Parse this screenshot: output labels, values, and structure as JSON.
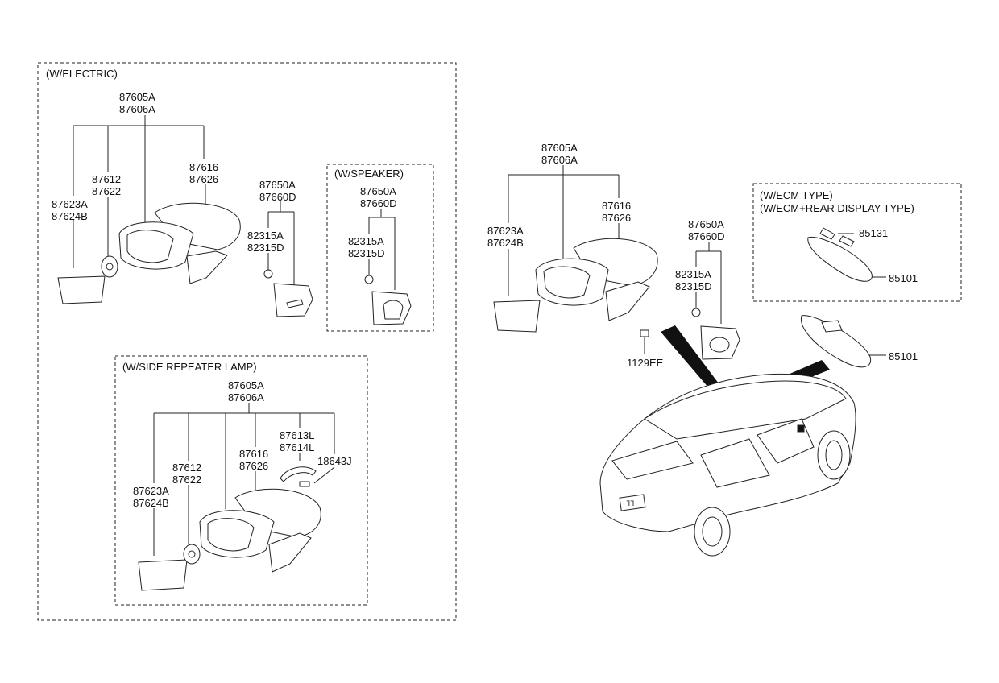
{
  "boxes": {
    "electric": "(W/ELECTRIC)",
    "speaker": "(W/SPEAKER)",
    "repeater": "(W/SIDE REPEATER LAMP)",
    "ecm_1": "(W/ECM TYPE)",
    "ecm_2": "(W/ECM+REAR DISPLAY TYPE)"
  },
  "electric": {
    "assy": [
      "87605A",
      "87606A"
    ],
    "glass": [
      "87623A",
      "87624B"
    ],
    "actuator": [
      "87612",
      "87622"
    ],
    "cover": [
      "87616",
      "87626"
    ],
    "garnish": [
      "87650A",
      "87660D"
    ],
    "clip": [
      "82315A",
      "82315D"
    ]
  },
  "speaker": {
    "garnish": [
      "87650A",
      "87660D"
    ],
    "clip": [
      "82315A",
      "82315D"
    ]
  },
  "repeater": {
    "assy": [
      "87605A",
      "87606A"
    ],
    "glass": [
      "87623A",
      "87624B"
    ],
    "actuator": [
      "87612",
      "87622"
    ],
    "cover": [
      "87616",
      "87626"
    ],
    "lamp": [
      "87613L",
      "87614L"
    ],
    "bulb": "18643J"
  },
  "right": {
    "assy": [
      "87605A",
      "87606A"
    ],
    "glass": [
      "87623A",
      "87624B"
    ],
    "cover": [
      "87616",
      "87626"
    ],
    "garnish": [
      "87650A",
      "87660D"
    ],
    "clip": [
      "82315A",
      "82315D"
    ],
    "screw": "1129EE"
  },
  "inside_mirror": {
    "ecm_mirror": "85101",
    "ecm_connector": "85131",
    "mirror": "85101"
  },
  "car_badge": "ꟻꟻ"
}
